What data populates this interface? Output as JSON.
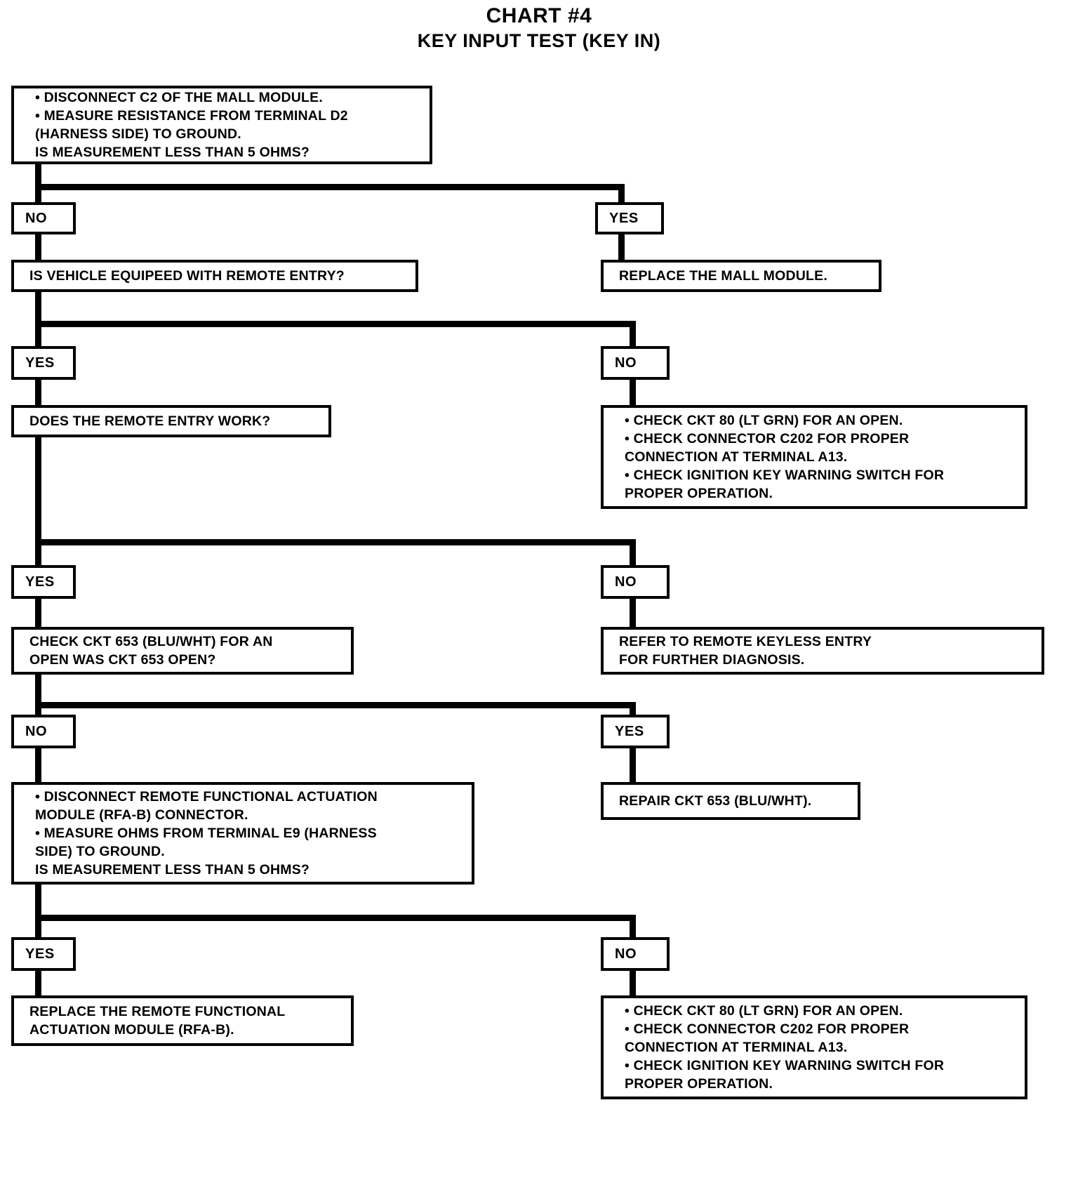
{
  "header": {
    "chart_title": "CHART #4",
    "chart_subtitle": "KEY INPUT TEST (KEY IN)"
  },
  "labels": {
    "yes": "YES",
    "no": "NO"
  },
  "nodes": {
    "n1": {
      "id": "start-decision",
      "lines": [
        "DISCONNECT C2 OF THE MALL MODULE.",
        "MEASURE RESISTANCE FROM TERMINAL D2\n(HARNESS SIDE) TO GROUND.\nIS MEASUREMENT LESS THAN 5 OHMS?"
      ],
      "text": "• DISCONNECT C2 OF THE MALL MODULE.\n• MEASURE RESISTANCE FROM TERMINAL D2\n   (HARNESS SIDE) TO GROUND.\n   IS MEASUREMENT LESS THAN 5 OHMS?"
    },
    "n2": {
      "id": "replace-mall-module",
      "text": "REPLACE THE MALL MODULE."
    },
    "n3": {
      "id": "remote-entry-question",
      "text": "IS VEHICLE EQUIPEED WITH REMOTE ENTRY?"
    },
    "n4": {
      "id": "check-ckt-80-a",
      "text": "• CHECK CKT 80 (LT GRN) FOR AN OPEN.\n• CHECK CONNECTOR C202 FOR PROPER\n   CONNECTION AT TERMINAL A13.\n• CHECK IGNITION KEY WARNING SWITCH FOR\n   PROPER OPERATION."
    },
    "n5": {
      "id": "remote-entry-work-question",
      "text": "DOES THE REMOTE ENTRY WORK?"
    },
    "n6": {
      "id": "refer-remote-keyless-entry",
      "text": "REFER TO REMOTE KEYLESS ENTRY\nFOR FURTHER DIAGNOSIS."
    },
    "n7": {
      "id": "check-ckt-653-question",
      "text": "CHECK CKT 653 (BLU/WHT) FOR AN\nOPEN WAS CKT 653 OPEN?"
    },
    "n8": {
      "id": "repair-ckt-653",
      "text": "REPAIR CKT 653 (BLU/WHT)."
    },
    "n9": {
      "id": "rfa-b-measure-decision",
      "text": "• DISCONNECT REMOTE FUNCTIONAL ACTUATION\n   MODULE (RFA-B) CONNECTOR.\n• MEASURE OHMS FROM TERMINAL E9 (HARNESS\n   SIDE) TO GROUND.\n   IS MEASUREMENT LESS THAN 5 OHMS?"
    },
    "n10": {
      "id": "replace-rfa-b",
      "text": "REPLACE THE REMOTE FUNCTIONAL\nACTUATION MODULE (RFA-B)."
    },
    "n11": {
      "id": "check-ckt-80-b",
      "text": "• CHECK CKT 80 (LT GRN) FOR AN OPEN.\n• CHECK CONNECTOR C202 FOR PROPER\n   CONNECTION AT TERMINAL A13.\n• CHECK IGNITION KEY WARNING SWITCH FOR\n   PROPER OPERATION."
    }
  },
  "branch_labels": {
    "b1_left": "NO",
    "b1_right": "YES",
    "b2_left": "YES",
    "b2_right": "NO",
    "b3_left": "YES",
    "b3_right": "NO",
    "b4_left": "NO",
    "b4_right": "YES",
    "b5_left": "YES",
    "b5_right": "NO"
  },
  "colors": {
    "ink": "#000000",
    "paper": "#ffffff"
  }
}
